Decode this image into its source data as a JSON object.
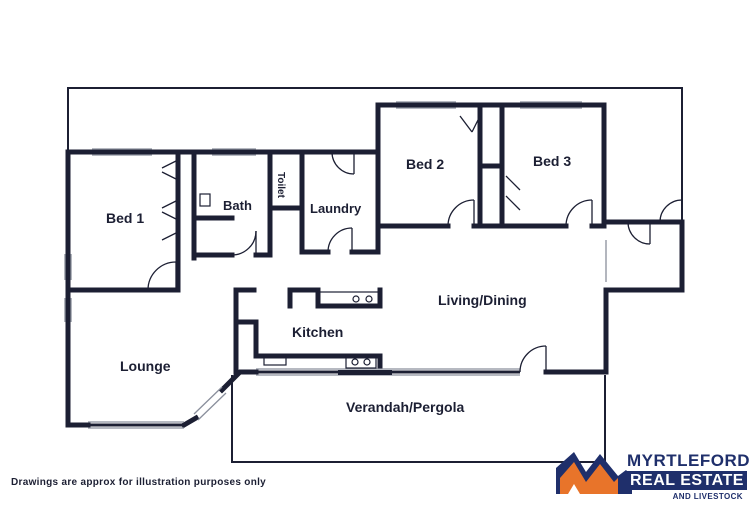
{
  "rooms": {
    "bed1": "Bed 1",
    "bath": "Bath",
    "toilet": "Toilet",
    "laundry": "Laundry",
    "bed2": "Bed 2",
    "bed3": "Bed 3",
    "living": "Living/Dining",
    "kitchen": "Kitchen",
    "lounge": "Lounge",
    "verandah": "Verandah/Pergola"
  },
  "footer": {
    "disclaimer": "Drawings are approx for illustration purposes only"
  },
  "logo": {
    "line1": "MYRTLEFORD",
    "line2": "REAL ESTATE",
    "line3": "AND LIVESTOCK",
    "colors": {
      "navy": "#1f2f6b",
      "orange": "#e8742a"
    }
  },
  "colors": {
    "wall": "#1c1f33",
    "window": "#8a8f9c"
  }
}
